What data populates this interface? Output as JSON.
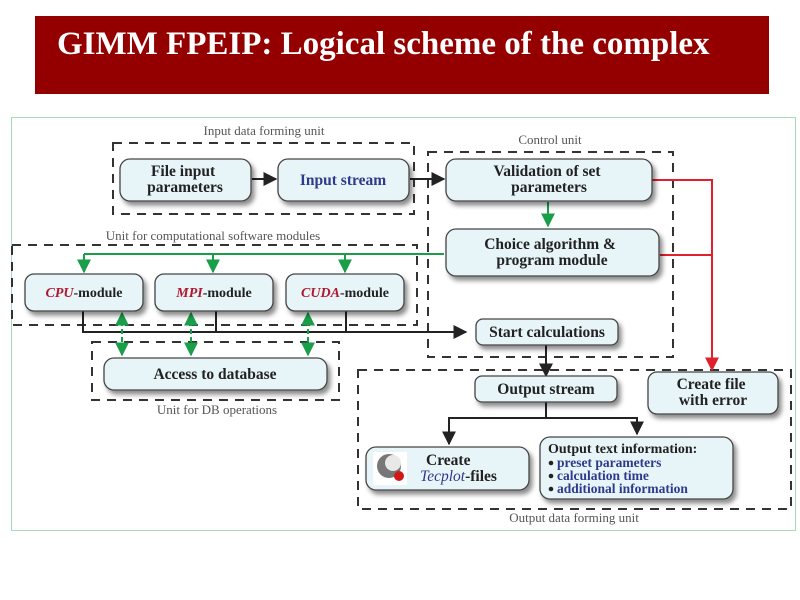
{
  "header": {
    "title": "GIMM FPEIP: Logical scheme of the complex"
  },
  "units": {
    "input": "Input data forming unit",
    "control": "Control unit",
    "compute": "Unit for computational software modules",
    "db": "Unit for DB operations",
    "output": "Output data forming unit"
  },
  "boxes": {
    "file_input": [
      "File input",
      "parameters"
    ],
    "input_stream": "Input stream",
    "validation": [
      "Validation of set",
      "parameters"
    ],
    "choice": [
      "Choice algorithm &",
      "program module"
    ],
    "cpu": {
      "em": "CPU",
      "rest": "-module"
    },
    "mpi": {
      "em": "MPI",
      "rest": "-module"
    },
    "cuda": {
      "em": "CUDA",
      "rest": "-module"
    },
    "database": "Access to database",
    "start": "Start calculations",
    "output_stream": "Output stream",
    "error_file": [
      "Create file",
      "with error"
    ],
    "tecplot": {
      "line1": "Create",
      "em": "Tecplot",
      "rest": "-files"
    },
    "output_text": {
      "heading": "Output text information:",
      "items": [
        "preset parameters",
        "calculation time",
        "additional information"
      ]
    }
  },
  "colors": {
    "title_bg": "#940000",
    "box_fill": "#e8f5f8",
    "flow_black": "#222222",
    "flow_green": "#1a9e4a",
    "flow_red": "#e0202a",
    "frame": "#a6dcb5"
  }
}
